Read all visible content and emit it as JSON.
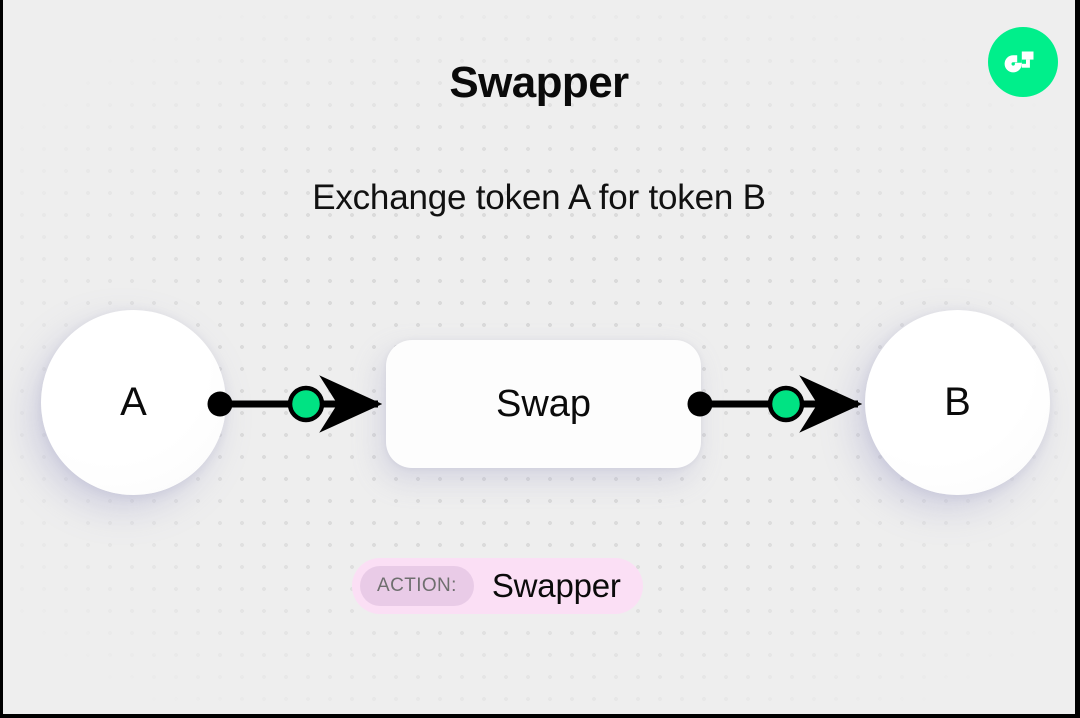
{
  "header": {
    "title": "Swapper",
    "subtitle": "Exchange token A for token B"
  },
  "brand": {
    "logo_icon": "flow-logo-icon",
    "logo_bg": "#00ef8b",
    "logo_mark_color": "#ffffff"
  },
  "diagram": {
    "nodes": [
      {
        "id": "a",
        "label": "A",
        "shape": "circle"
      },
      {
        "id": "swap",
        "label": "Swap",
        "shape": "rounded-rect"
      },
      {
        "id": "b",
        "label": "B",
        "shape": "circle"
      }
    ],
    "edges": [
      {
        "from": "a",
        "to": "swap",
        "marker_color": "#00e383",
        "line_color": "#000000"
      },
      {
        "from": "swap",
        "to": "b",
        "marker_color": "#00e383",
        "line_color": "#000000"
      }
    ],
    "accent_color": "#00e383",
    "dot_grid_color": "#d9d9d9",
    "canvas_bg": "#eeeeee"
  },
  "action_badge": {
    "label": "ACTION:",
    "value": "Swapper",
    "bg": "#fbdff5",
    "chip_bg": "#e9cbe7",
    "label_color": "#6f6f6f",
    "value_color": "#0b0b0b"
  }
}
